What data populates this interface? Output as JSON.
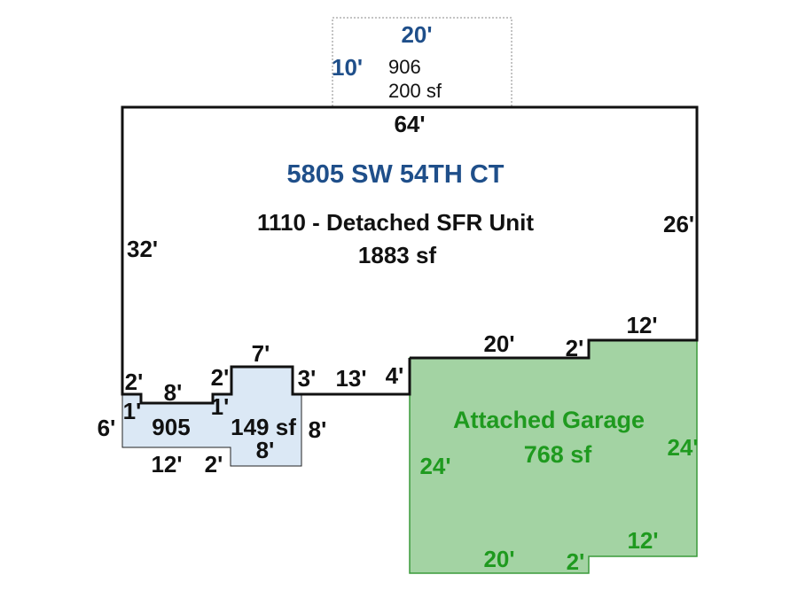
{
  "address": "5805 SW 54TH CT",
  "main_unit": {
    "label": "1110 - Detached SFR Unit",
    "area": "1883 sf",
    "dims": {
      "top": "64'",
      "left": "32'",
      "right": "26'",
      "step_top_a": "12'",
      "step_2a": "2'",
      "step_20a": "20'",
      "step_4": "4'",
      "step_13": "13'",
      "step_3": "3'",
      "step_7": "7'",
      "step_2b": "2'",
      "step_8": "8'",
      "step_2c": "2'"
    }
  },
  "garage": {
    "label": "Attached Garage",
    "area": "768 sf",
    "dims": {
      "left": "24'",
      "right": "24'",
      "bottom": "20'",
      "bottom_step": "2'",
      "bottom_right": "12'"
    }
  },
  "porch": {
    "code": "905",
    "area": "149 sf",
    "dims": {
      "left": "6'",
      "bottom": "12'",
      "bottom_step": "2'",
      "right": "8'",
      "bottom_right": "8'",
      "inner_left": "1'",
      "inner_right": "1'"
    }
  },
  "patio": {
    "code": "906",
    "area": "200 sf",
    "dims": {
      "top": "20'",
      "left": "10'"
    }
  },
  "colors": {
    "garage_fill": "#a3d3a3",
    "garage_stroke": "#3a9a3a",
    "porch_fill": "#dbe8f5",
    "porch_stroke": "#222222",
    "main_stroke": "#111111",
    "patio_stroke": "#888888",
    "blue_text": "#1f4f8a",
    "green_text": "#1f9a1f"
  }
}
